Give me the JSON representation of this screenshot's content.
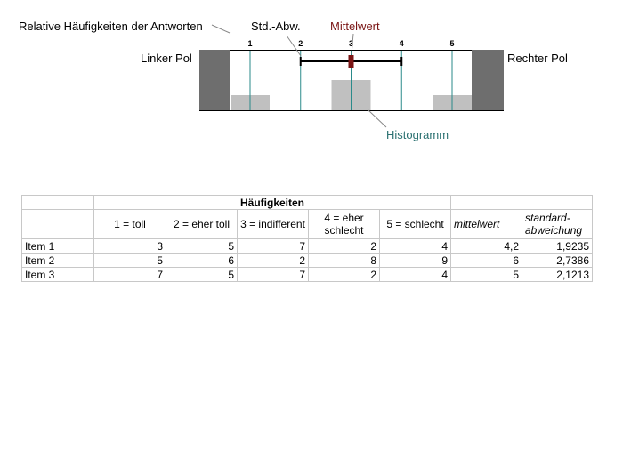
{
  "diagram": {
    "title_label": "Relative Häufigkeiten der Antworten",
    "sd_label": "Std.-Abw.",
    "mean_label": "Mittelwert",
    "left_pole": "Linker Pol",
    "right_pole": "Rechter Pol",
    "histogram_label": "Histogramm",
    "colors": {
      "mean": "#7a1515",
      "histogram_label": "#2a7070",
      "gridline": "#2a8a8a",
      "pole": "#6e6e6e",
      "bar": "#c0c0c0"
    }
  },
  "chart_data": {
    "type": "bar",
    "categories": [
      "1",
      "2",
      "3",
      "4",
      "5"
    ],
    "values": [
      0.25,
      0,
      0.5,
      0,
      0.25
    ],
    "mean": 3,
    "sd_range": [
      2,
      4
    ],
    "xlim": [
      1,
      5
    ]
  },
  "table": {
    "group_header": "Häufigkeiten",
    "columns": [
      "1 = toll",
      "2 = eher toll",
      "3 = indifferent",
      "4 = eher schlecht",
      "5 = schlecht",
      "mittelwert",
      "standard-abweichung"
    ],
    "rows": [
      {
        "label": "Item 1",
        "values": [
          "3",
          "5",
          "7",
          "2",
          "4",
          "4,2",
          "1,9235"
        ]
      },
      {
        "label": "Item 2",
        "values": [
          "5",
          "6",
          "2",
          "8",
          "9",
          "6",
          "2,7386"
        ]
      },
      {
        "label": "Item 3",
        "values": [
          "7",
          "5",
          "7",
          "2",
          "4",
          "5",
          "2,1213"
        ]
      }
    ]
  }
}
